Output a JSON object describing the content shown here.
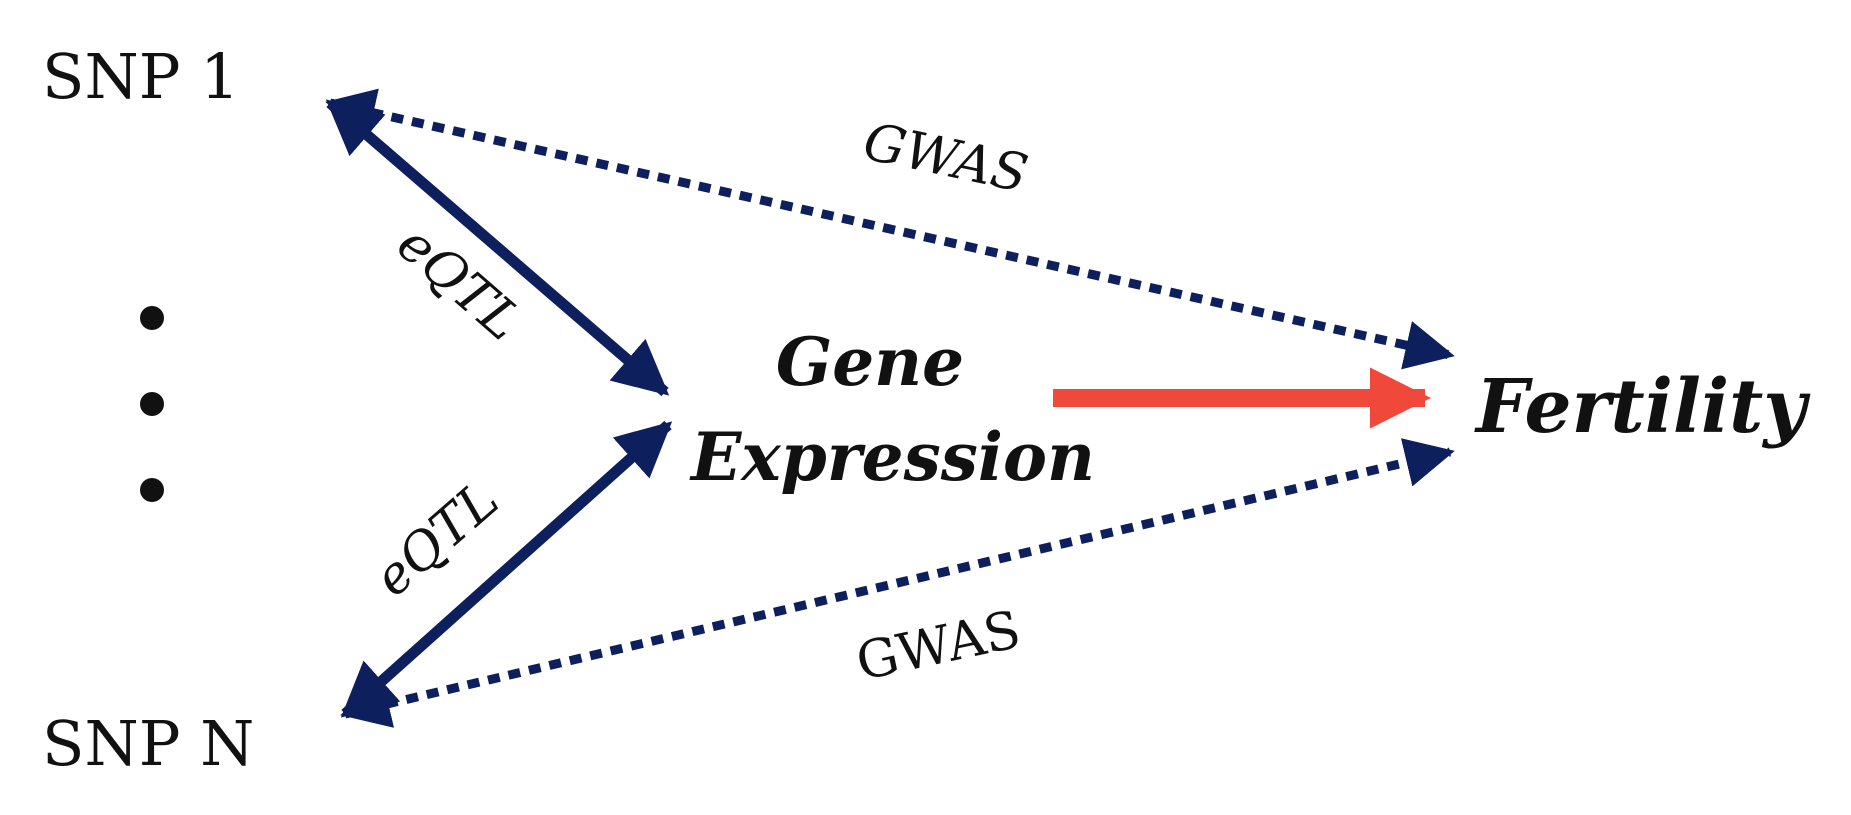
{
  "colors": {
    "navy": "#0d1f5c",
    "red": "#f0483a",
    "text": "#111111"
  },
  "nodes": {
    "snp1": "SNP 1",
    "snpn": "SNP N",
    "gene_line1": "Gene",
    "gene_line2": "Expression",
    "fertility": "Fertility"
  },
  "edges": {
    "eqtl_top": "eQTL",
    "eqtl_bottom": "eQTL",
    "gwas_top": "GWAS",
    "gwas_bottom": "GWAS"
  }
}
